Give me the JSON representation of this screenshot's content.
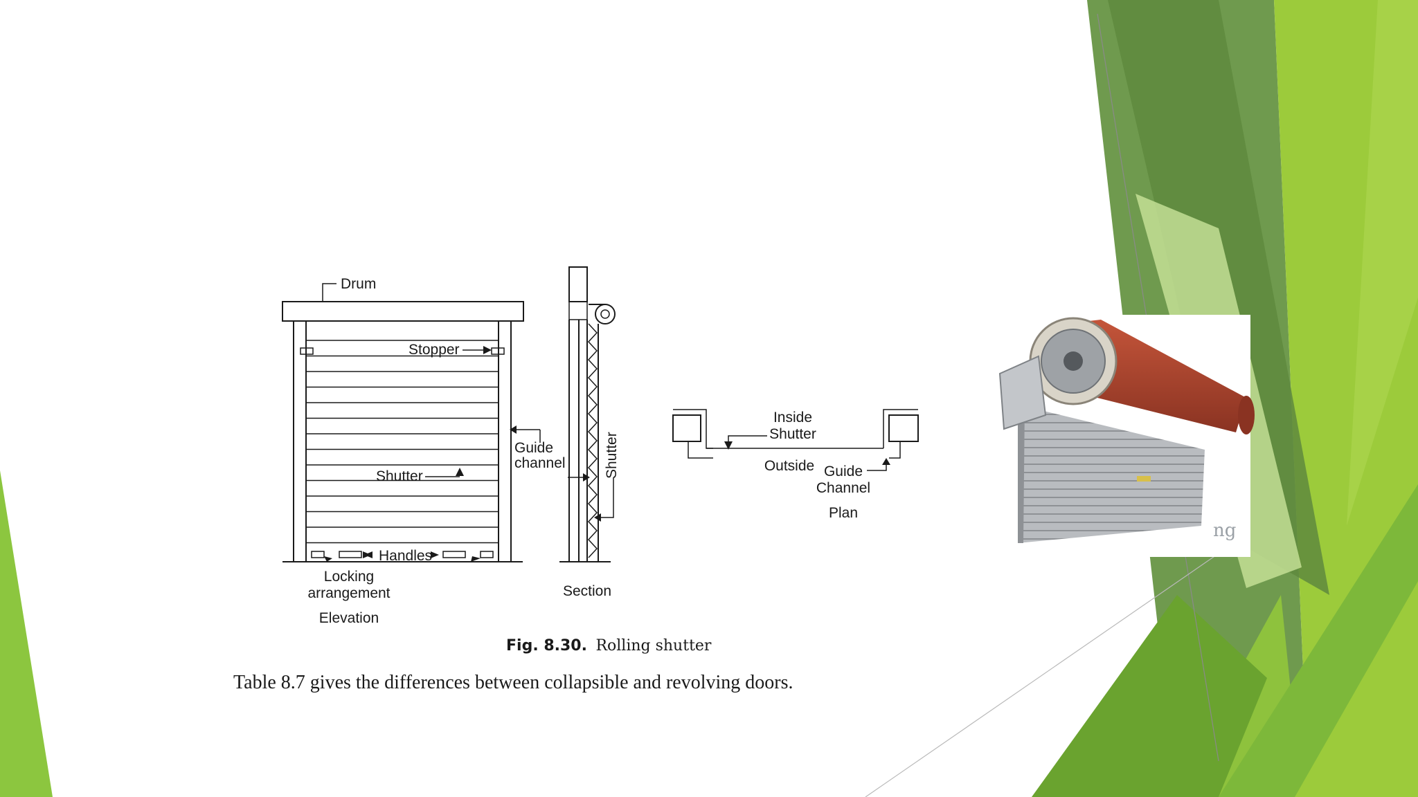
{
  "slide": {
    "colors": {
      "background": "#ffffff",
      "green_light": "#9ccb3b",
      "green_mid": "#7db83a",
      "green_dark": "#5a9a2c",
      "green_muted": "#6f9a4e",
      "shutter_red": "#a6402b",
      "shutter_grey": "#b9bcc0"
    }
  },
  "figure": {
    "elevation": {
      "drum": "Drum",
      "stopper": "Stopper",
      "shutter": "Shutter",
      "handles": "Handles",
      "locking_1": "Locking",
      "locking_2": "arrangement",
      "view": "Elevation"
    },
    "section": {
      "guide_1": "Guide",
      "guide_2": "channel",
      "shutter": "Shutter",
      "view": "Section"
    },
    "plan": {
      "inside_1": "Inside",
      "inside_2": "Shutter",
      "outside": "Outside",
      "guide_1": "Guide",
      "guide_2": "Channel",
      "view": "Plan"
    },
    "caption_number": "Fig. 8.30.",
    "caption_title": "Rolling shutter"
  },
  "body_text": "Table 8.7 gives the differences between collapsible and revolving doors.",
  "photo": {
    "watermark": "ng"
  }
}
